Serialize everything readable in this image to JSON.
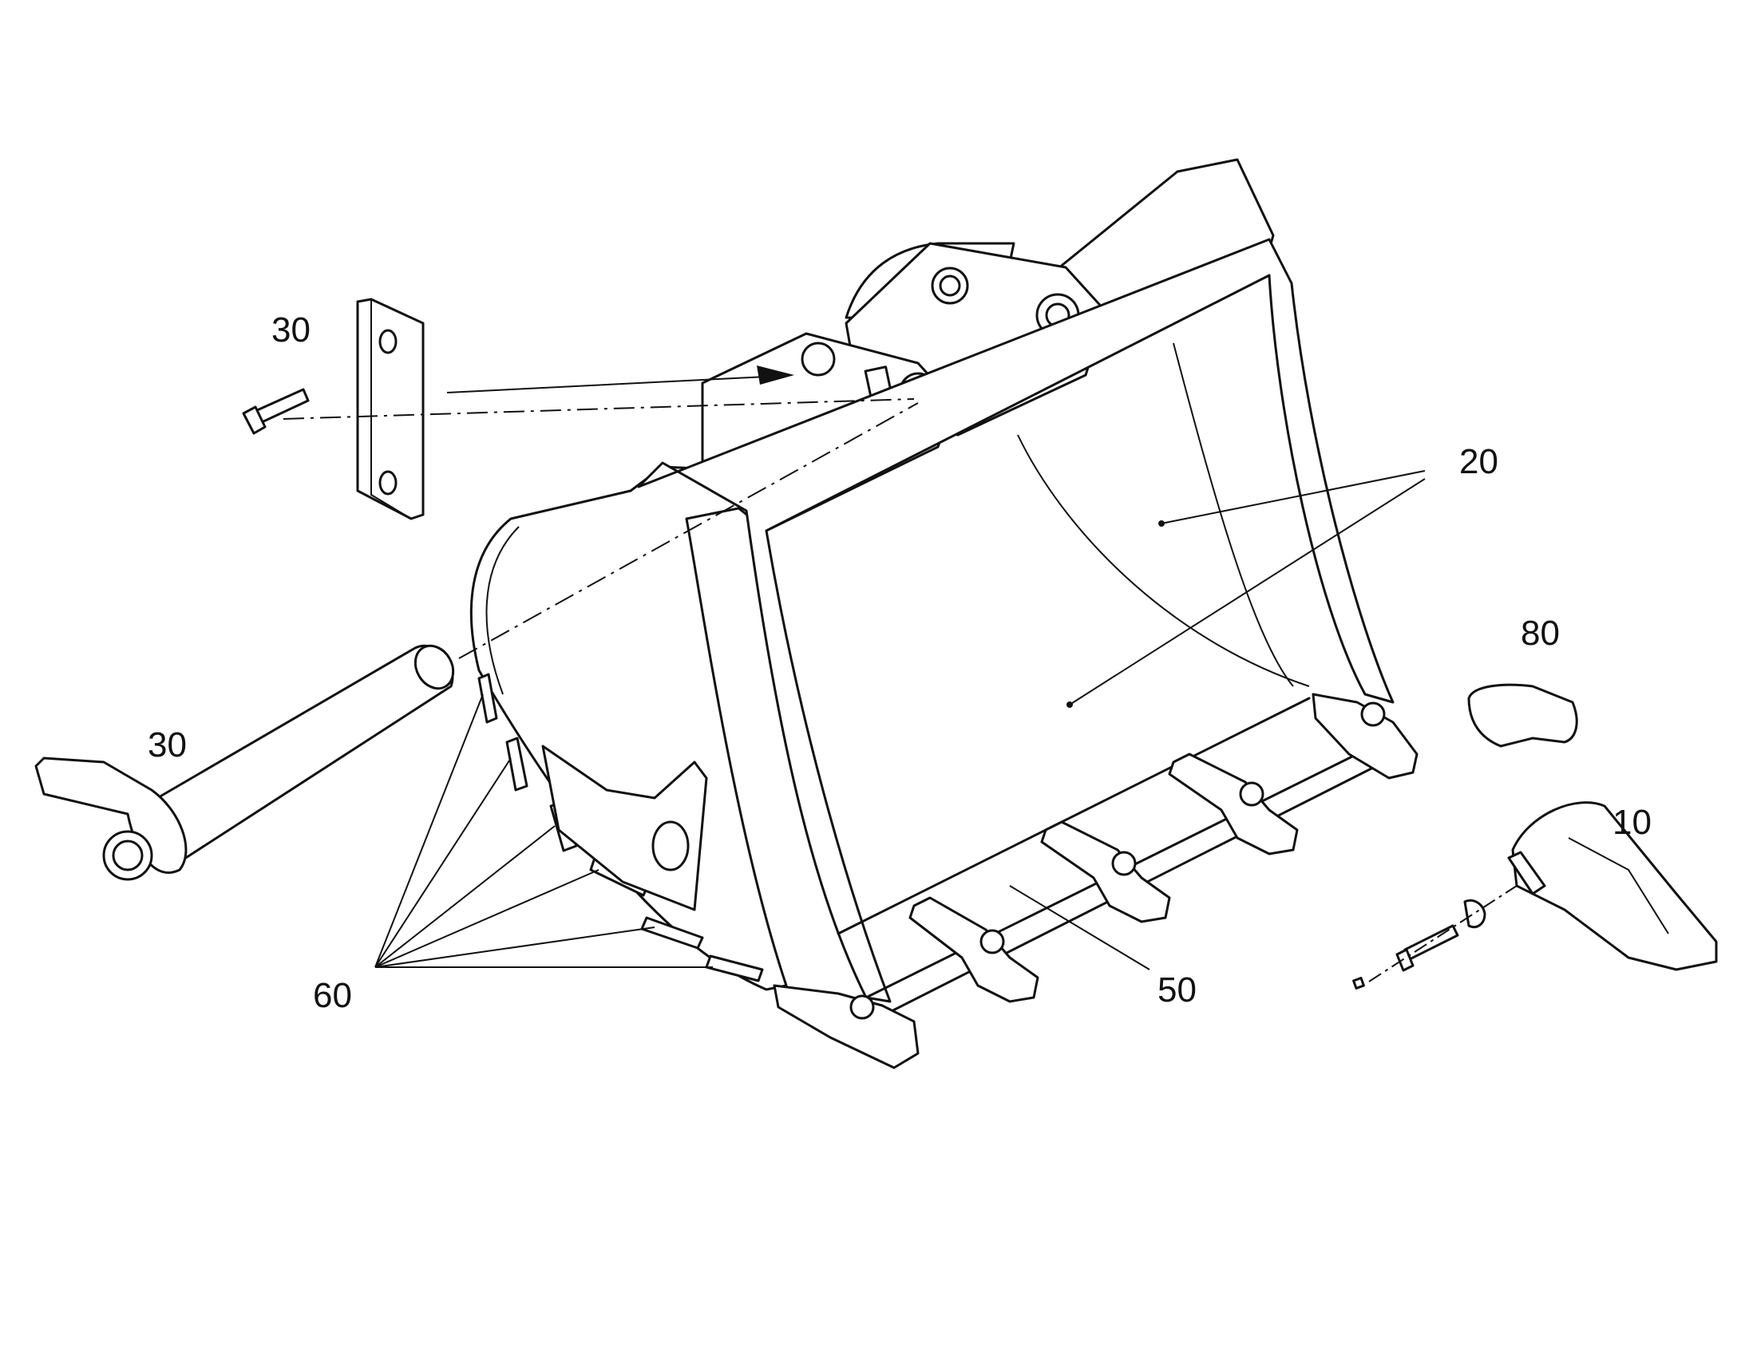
{
  "diagram": {
    "callouts": {
      "tooth": "10",
      "bucket": "20",
      "pin_plate": "30",
      "pin": "30",
      "adapter_rail": "50",
      "wear_strips": "60",
      "cap": "80"
    },
    "colors": {
      "line": "#111111",
      "background": "#ffffff"
    }
  }
}
